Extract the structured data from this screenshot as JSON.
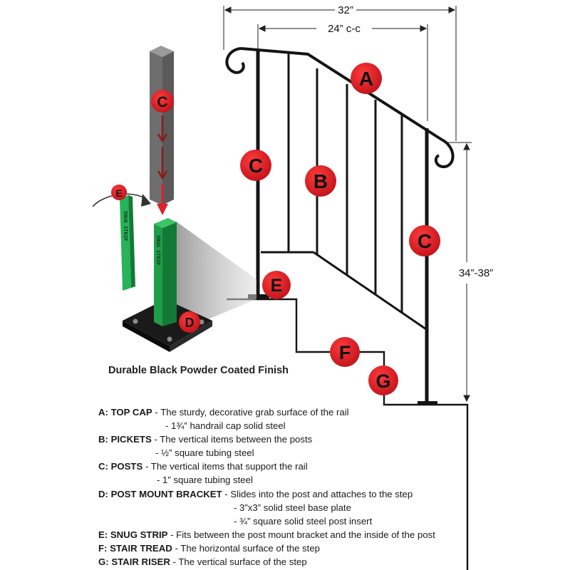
{
  "dimensions": {
    "overall_width": "32”",
    "post_spacing": "24” c-c",
    "height_range": "34”-38”"
  },
  "markers": {
    "a": "A",
    "b": "B",
    "c_top_post": "C",
    "c_left_post": "C",
    "c_right_post": "C",
    "d": "D",
    "e_strip": "E",
    "e_base": "E",
    "f": "F",
    "g": "G"
  },
  "snug_strip_text": "SNUG STRIP",
  "caption": "Durable Black Powder Coated Finish",
  "legend": [
    {
      "key": "A: TOP CAP",
      "desc": " - The sturdy, decorative grab surface of the rail",
      "details": [
        "-  1¾” handrail cap solid steel"
      ]
    },
    {
      "key": "B: PICKETS",
      "desc": " -  The vertical items between the posts",
      "details": [
        "-  ½” square tubing steel"
      ]
    },
    {
      "key": "C: POSTS",
      "desc": " - The vertical items that support the rail",
      "details": [
        "-  1” square tubing steel"
      ]
    },
    {
      "key": "D: POST MOUNT BRACKET",
      "desc": " - Slides into the post and attaches to the step",
      "details": [
        "-  3”x3” solid steel base plate",
        "-  ¾” square solid steel post insert"
      ]
    },
    {
      "key": "E: SNUG STRIP",
      "desc": " - Fits between the post mount bracket and the inside of the post",
      "details": []
    },
    {
      "key": "F: STAIR TREAD",
      "desc": " - The horizontal surface of the step",
      "details": []
    },
    {
      "key": "G: STAIR RISER",
      "desc": " - The vertical surface of the step",
      "details": []
    }
  ],
  "colors": {
    "marker_red": "#d71920",
    "rail_black": "#141414",
    "post_gray": "#7a7a7a",
    "strip_green": "#1f9e4a"
  }
}
